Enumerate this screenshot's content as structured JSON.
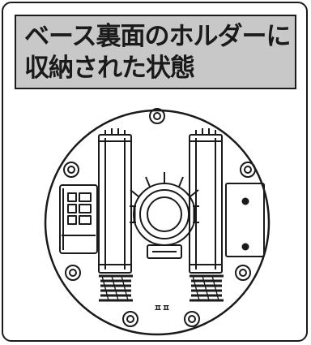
{
  "caption": {
    "line1": "ベース裏面のホルダーに",
    "line2": "収納された状態"
  },
  "diagram": {
    "center_mark": "ㅍㅍ",
    "colors": {
      "ink": "#1a1a1a",
      "caption_background": "#c8c8c8",
      "background": "#ffffff"
    }
  }
}
